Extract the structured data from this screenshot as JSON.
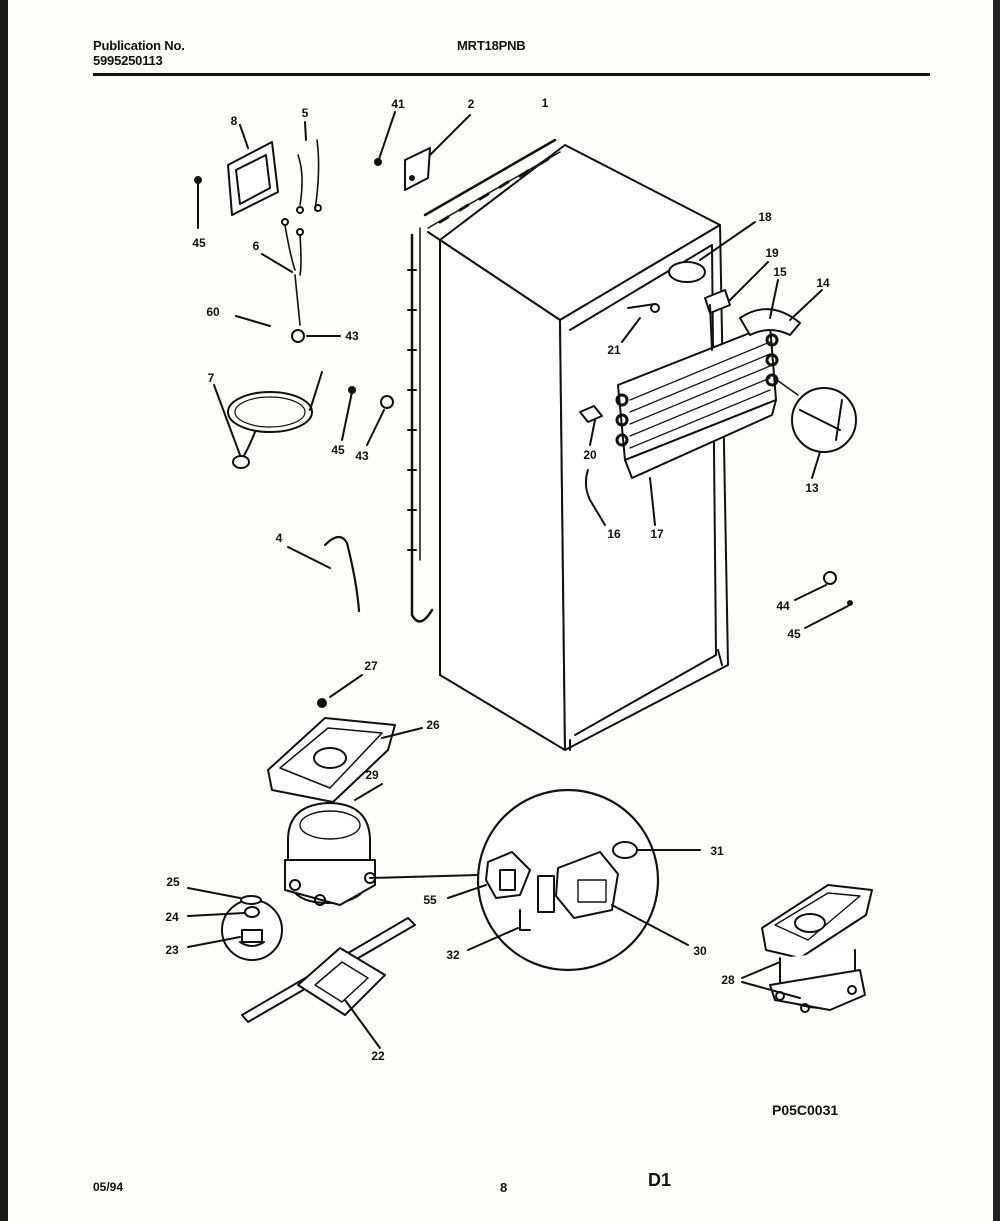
{
  "header": {
    "publication_label": "Publication No.",
    "publication_number": "5995250113",
    "model": "MRT18PNB"
  },
  "figure_code": "P05C0031",
  "footer": {
    "date": "05/94",
    "page": "8",
    "section": "D1"
  },
  "callouts": {
    "c1": "1",
    "c2": "2",
    "c41": "41",
    "c5": "5",
    "c8": "8",
    "c45a": "45",
    "c6": "6",
    "c60": "60",
    "c43a": "43",
    "c7": "7",
    "c45b": "45",
    "c43b": "43",
    "c18": "18",
    "c19": "19",
    "c15": "15",
    "c14": "14",
    "c21": "21",
    "c20": "20",
    "c16": "16",
    "c17": "17",
    "c13": "13",
    "c4": "4",
    "c44": "44",
    "c45c": "45",
    "c27": "27",
    "c26": "26",
    "c29": "29",
    "c31": "31",
    "c25": "25",
    "c55": "55",
    "c24": "24",
    "c23": "23",
    "c32": "32",
    "c30": "30",
    "c28": "28",
    "c22": "22"
  }
}
